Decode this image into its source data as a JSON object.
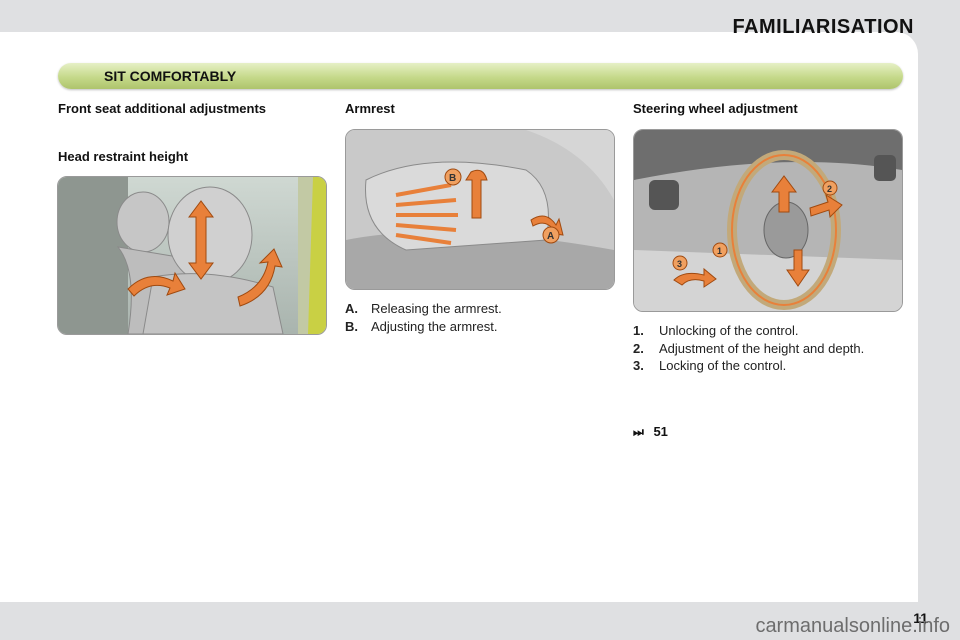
{
  "header": {
    "title": "FAMILIARISATION"
  },
  "section": {
    "title": "SIT COMFORTABLY"
  },
  "col1": {
    "heading": "Front seat additional adjustments",
    "subheading": "Head restraint height"
  },
  "col2": {
    "heading": "Armrest",
    "items": [
      {
        "key": "A.",
        "text": "Releasing the armrest."
      },
      {
        "key": "B.",
        "text": "Adjusting the armrest."
      }
    ]
  },
  "col3": {
    "heading": "Steering wheel adjustment",
    "items": [
      {
        "key": "1.",
        "text": "Unlocking of the control."
      },
      {
        "key": "2.",
        "text": "Adjustment of the height and depth."
      },
      {
        "key": "3.",
        "text": "Locking of the control."
      }
    ],
    "reference": "51",
    "reference_icon": "forward-arrows-icon"
  },
  "footer": {
    "page_number": "11",
    "watermark": "carmanualsonline.info"
  },
  "colors": {
    "accent": "#c5d98a",
    "arrow": "#e8803a"
  }
}
